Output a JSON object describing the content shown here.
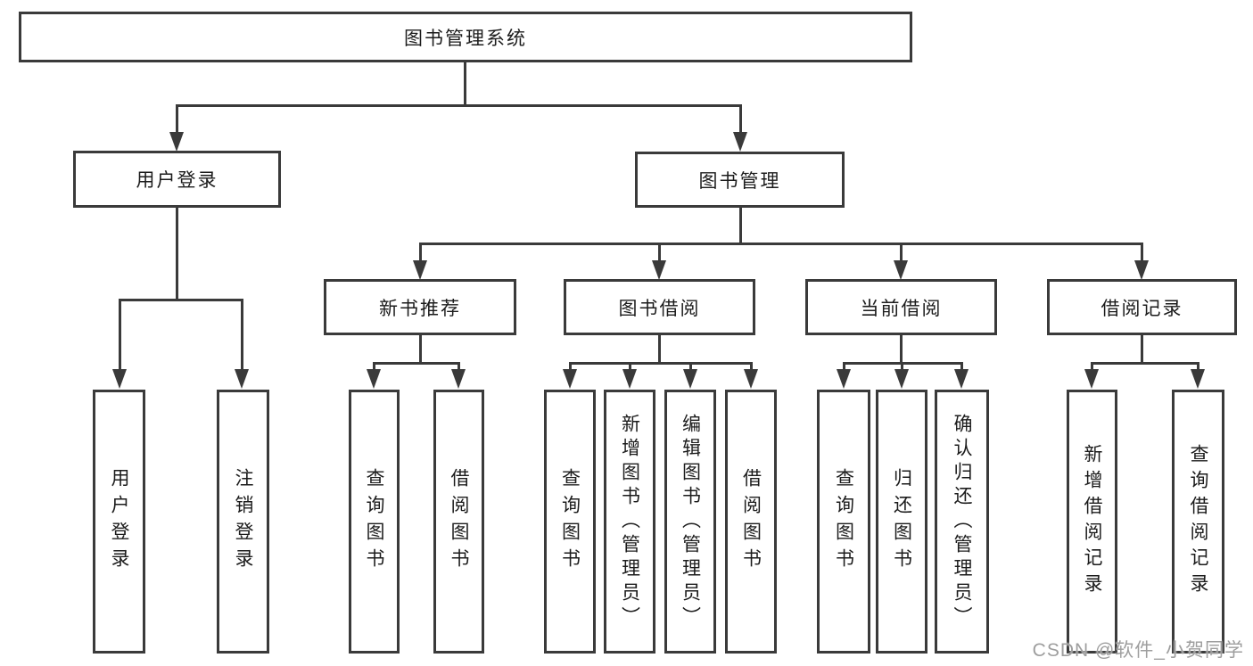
{
  "tree": {
    "root": "图书管理系统",
    "branches": [
      {
        "label": "用户登录",
        "leaves": [
          "用户登录",
          "注销登录"
        ]
      },
      {
        "label": "图书管理",
        "children": [
          {
            "label": "新书推荐",
            "leaves": [
              "查询图书",
              "借阅图书"
            ]
          },
          {
            "label": "图书借阅",
            "leaves": [
              "查询图书",
              "新增图书（管理员）",
              "编辑图书（管理员）",
              "借阅图书"
            ]
          },
          {
            "label": "当前借阅",
            "leaves": [
              "查询图书",
              "归还图书",
              "确认归还（管理员）"
            ]
          },
          {
            "label": "借阅记录",
            "leaves": [
              "新增借阅记录",
              "查询借阅记录"
            ]
          }
        ]
      }
    ]
  },
  "watermark": "CSDN @软件_小贺同学",
  "colors": {
    "line": "#3a3a3a",
    "text": "#1c1c1c",
    "watermark": "#9e9e9e",
    "background": "#ffffff"
  }
}
